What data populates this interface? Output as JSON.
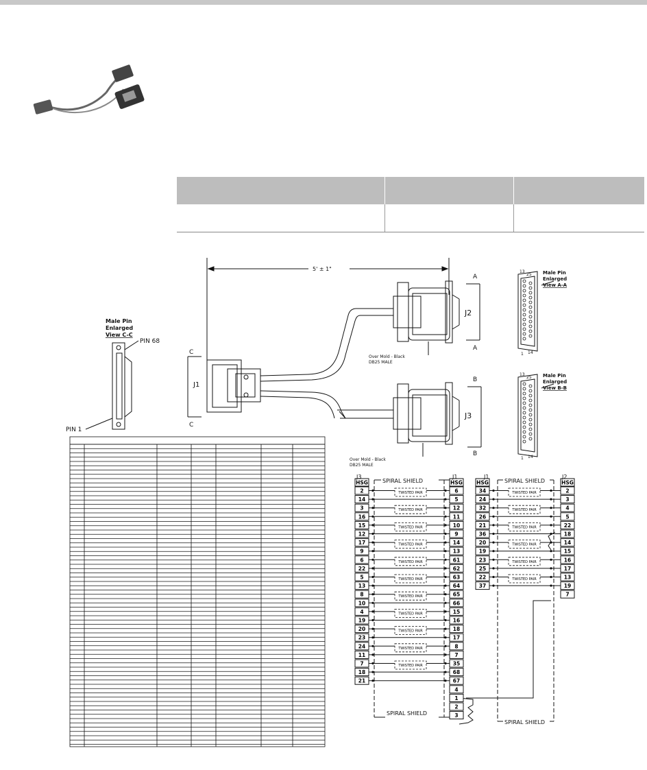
{
  "header_table": {
    "columns": [
      "",
      "",
      ""
    ],
    "rows": [
      [
        "",
        "",
        ""
      ]
    ]
  },
  "drawing": {
    "length_dim": "5' ± 1\"",
    "j1_label": "J1",
    "j2_label": "J2",
    "j3_label": "J3",
    "view_c": {
      "title_1": "Male Pin",
      "title_2": "Enlarged",
      "title_3": "View C-C",
      "pin_top": "PIN 68",
      "pin_bottom": "PIN 1",
      "mark": "C"
    },
    "view_a": {
      "title_1": "Male Pin",
      "title_2": "Enlarged",
      "title_3": "View A-A",
      "pin13": "13",
      "pin25": "25",
      "pin1": "1",
      "pin14": "14",
      "mark": "A"
    },
    "view_b": {
      "title_1": "Male Pin",
      "title_2": "Enlarged",
      "title_3": "View B-B",
      "pin13": "13",
      "pin25": "25",
      "pin1": "1",
      "pin14": "14",
      "mark": "B"
    },
    "overmold_1": "Over Mold - Black",
    "overmold_2": "DB25 MALE"
  },
  "wiring": {
    "spiral_shield": "SPIRAL SHIELD",
    "twisted_pair": "TWISTED PAIR",
    "hsg": "HSG",
    "left": {
      "col_a": "J3",
      "col_b": "J1",
      "a_pins": [
        "2",
        "14",
        "3",
        "16",
        "15",
        "12",
        "17",
        "9",
        "6",
        "22",
        "5",
        "13",
        "8",
        "10",
        "4",
        "19",
        "20",
        "23",
        "24",
        "11",
        "7",
        "18",
        "21"
      ],
      "b_pins": [
        "6",
        "5",
        "12",
        "11",
        "10",
        "9",
        "14",
        "13",
        "61",
        "62",
        "63",
        "64",
        "65",
        "66",
        "15",
        "16",
        "18",
        "17",
        "8",
        "7",
        "35",
        "68",
        "67"
      ],
      "b_extra": [
        "4",
        "1",
        "2",
        "3"
      ]
    },
    "right": {
      "col_a": "J1",
      "col_b": "J2",
      "a_pins": [
        "34",
        "24",
        "32",
        "26",
        "21",
        "36",
        "20",
        "19",
        "23",
        "25",
        "22",
        "37"
      ],
      "b_pins": [
        "2",
        "3",
        "4",
        "5",
        "22",
        "18",
        "14",
        "15",
        "16",
        "17",
        "13",
        "19",
        "7"
      ]
    }
  }
}
